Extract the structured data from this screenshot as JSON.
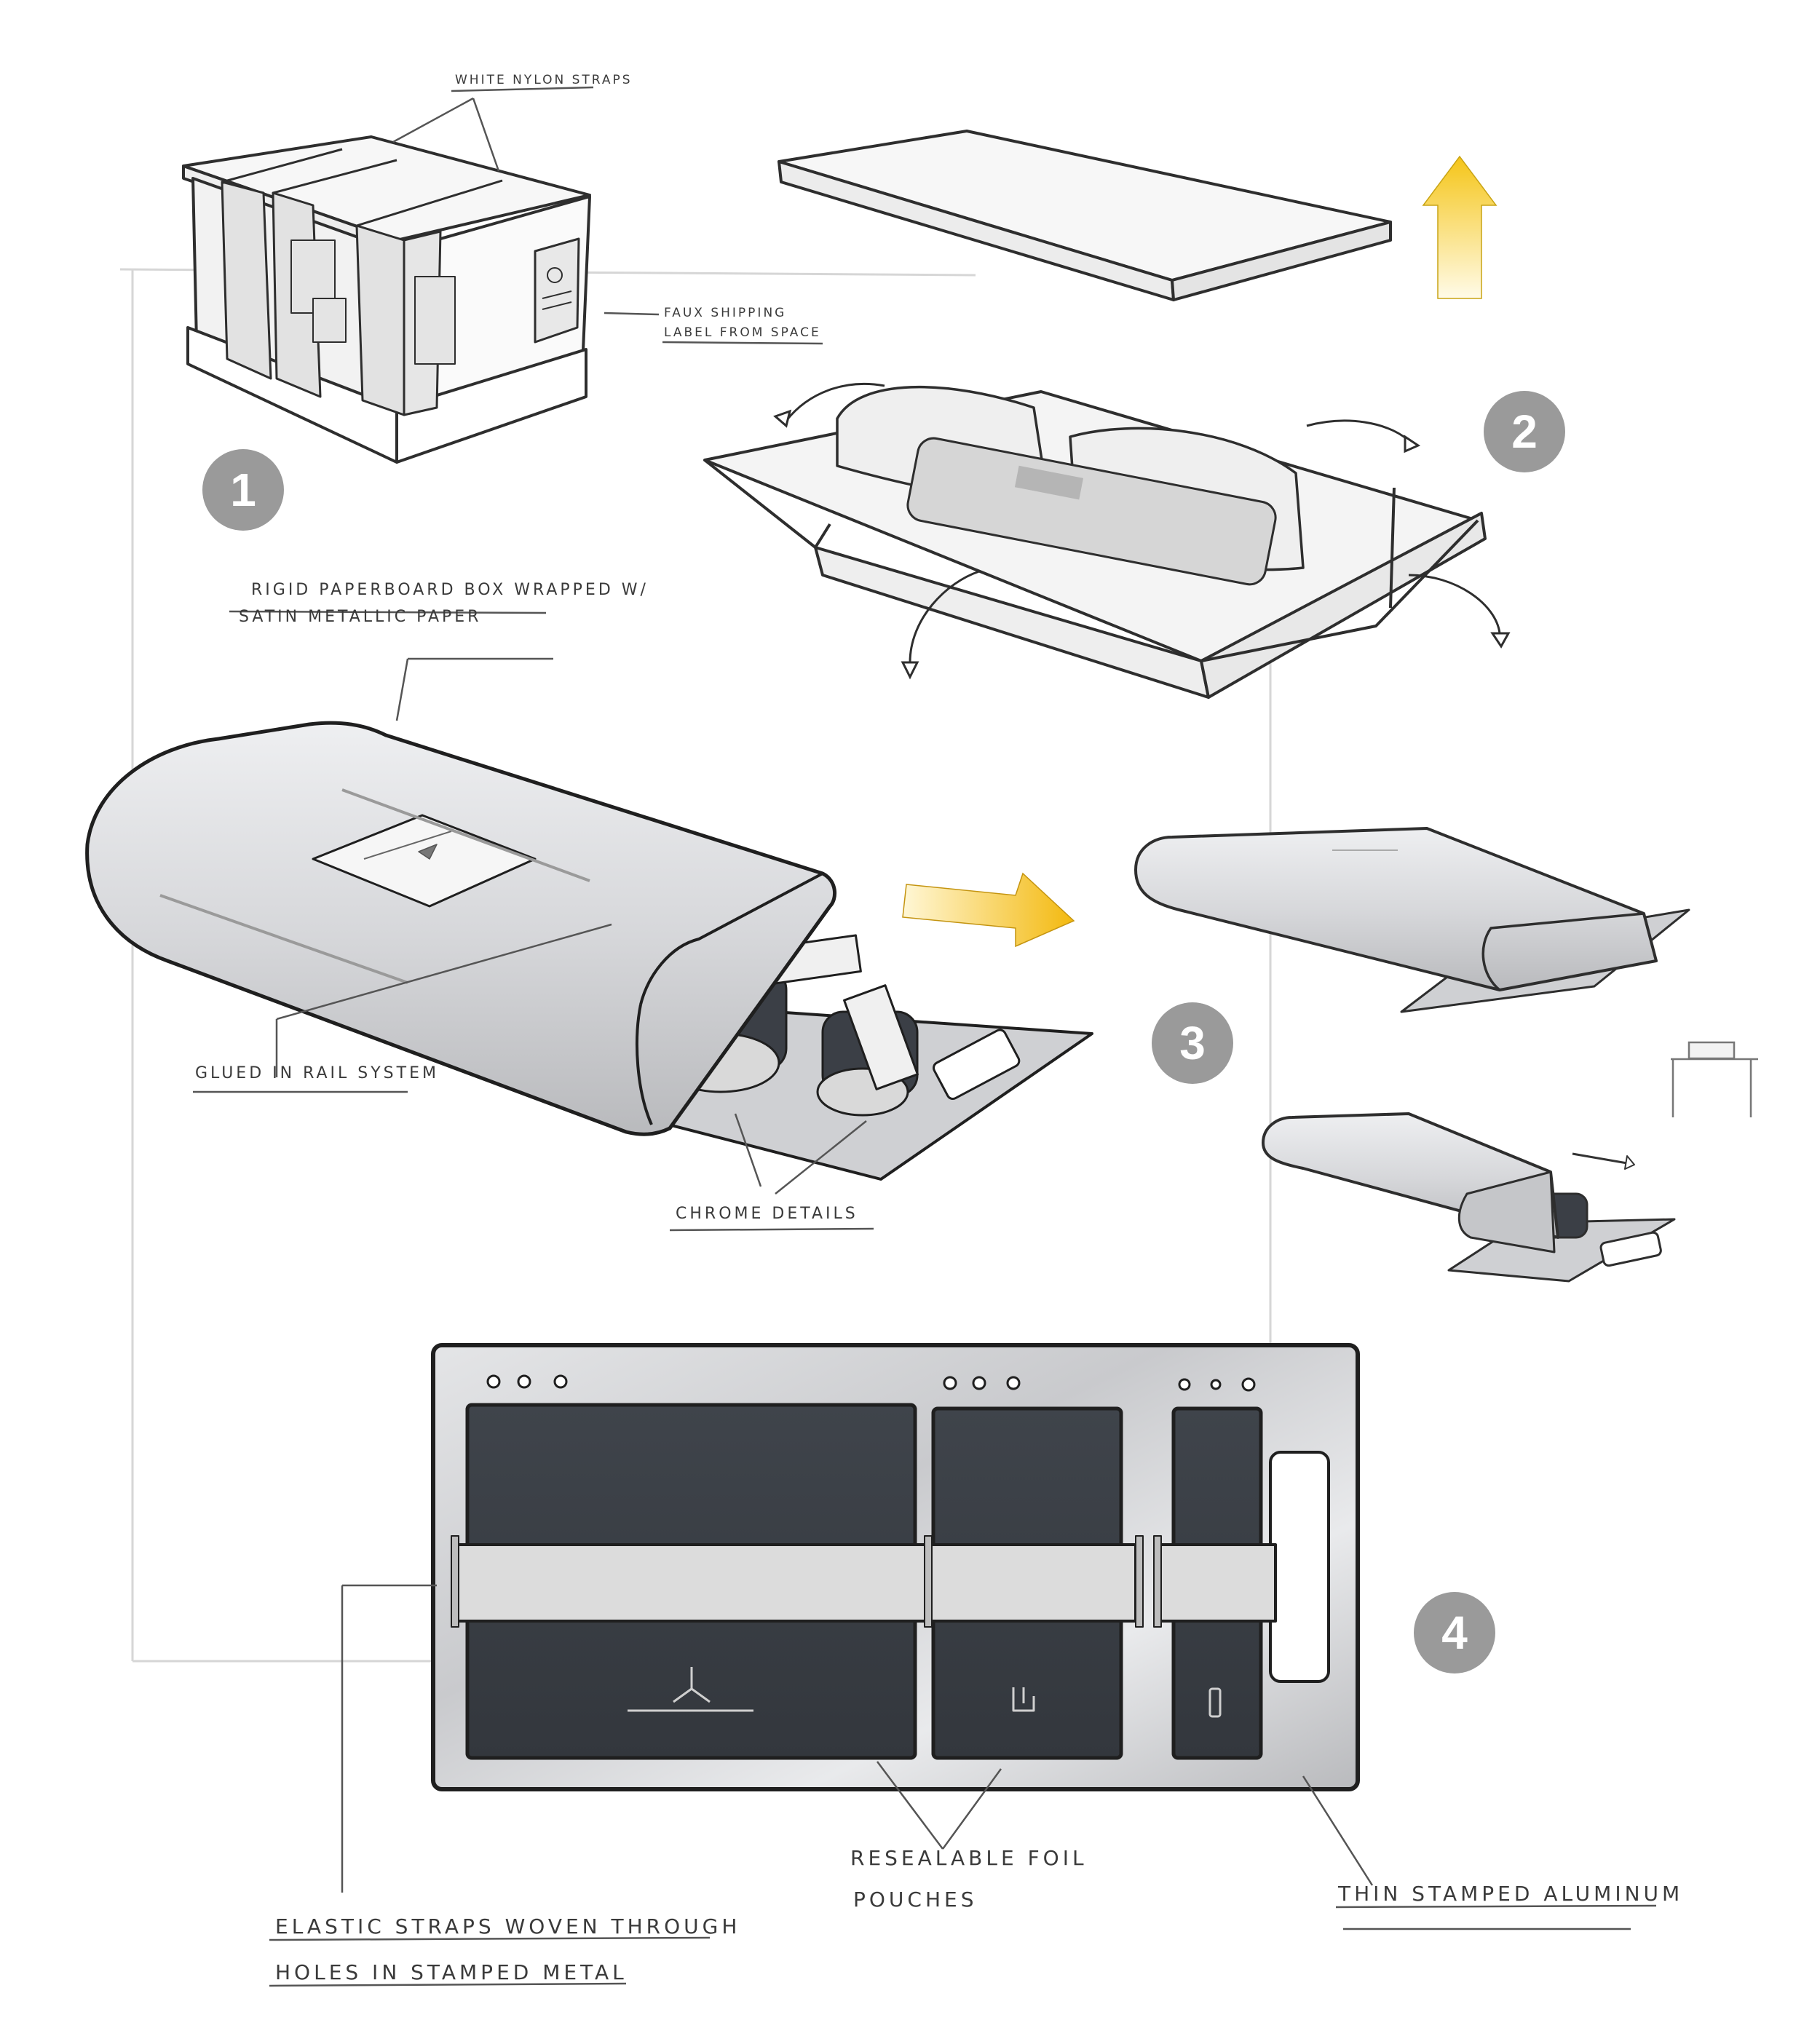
{
  "steps": [
    "1",
    "2",
    "3",
    "4"
  ],
  "labels": {
    "nylon_straps": "White nylon straps",
    "shipping_label_1": "Faux shipping",
    "shipping_label_2": "label from space",
    "paperboard_1": "Rigid paperboard box wrapped w/",
    "paperboard_2": "satin metallic paper",
    "rail_system": "Glued in rail system",
    "chrome_details": "Chrome details",
    "foil_1": "Resealable foil",
    "foil_2": "pouches",
    "aluminum": "Thin stamped aluminum",
    "elastic_1": "Elastic straps woven through",
    "elastic_2": "holes in stamped metal"
  },
  "colors": {
    "accent_yellow": "#f5c518",
    "badge_gray": "#9a9a9a",
    "pouch_dark": "#3b3f46",
    "metal_gray": "#c8c9cc",
    "line": "#2e2e2e"
  }
}
